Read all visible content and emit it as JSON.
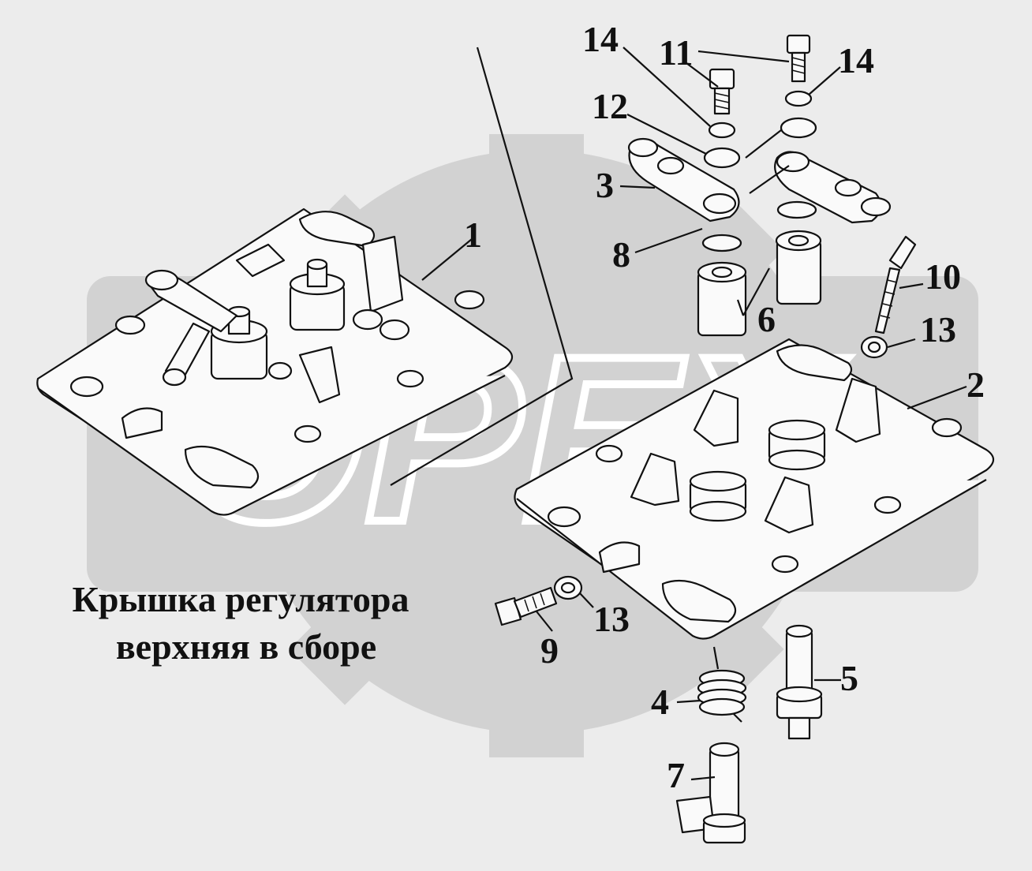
{
  "caption": {
    "line1": "Крышка регулятора",
    "line2": "верхняя в сборе"
  },
  "watermark": {
    "text": "OPEX",
    "color": "#d2d2d2"
  },
  "callouts": [
    "1",
    "2",
    "3",
    "4",
    "5",
    "6",
    "7",
    "8",
    "9",
    "10",
    "11",
    "12",
    "13",
    "13",
    "14",
    "14"
  ],
  "colors": {
    "background": "#ececec",
    "line": "#111111",
    "part_fill": "#fafafa"
  }
}
